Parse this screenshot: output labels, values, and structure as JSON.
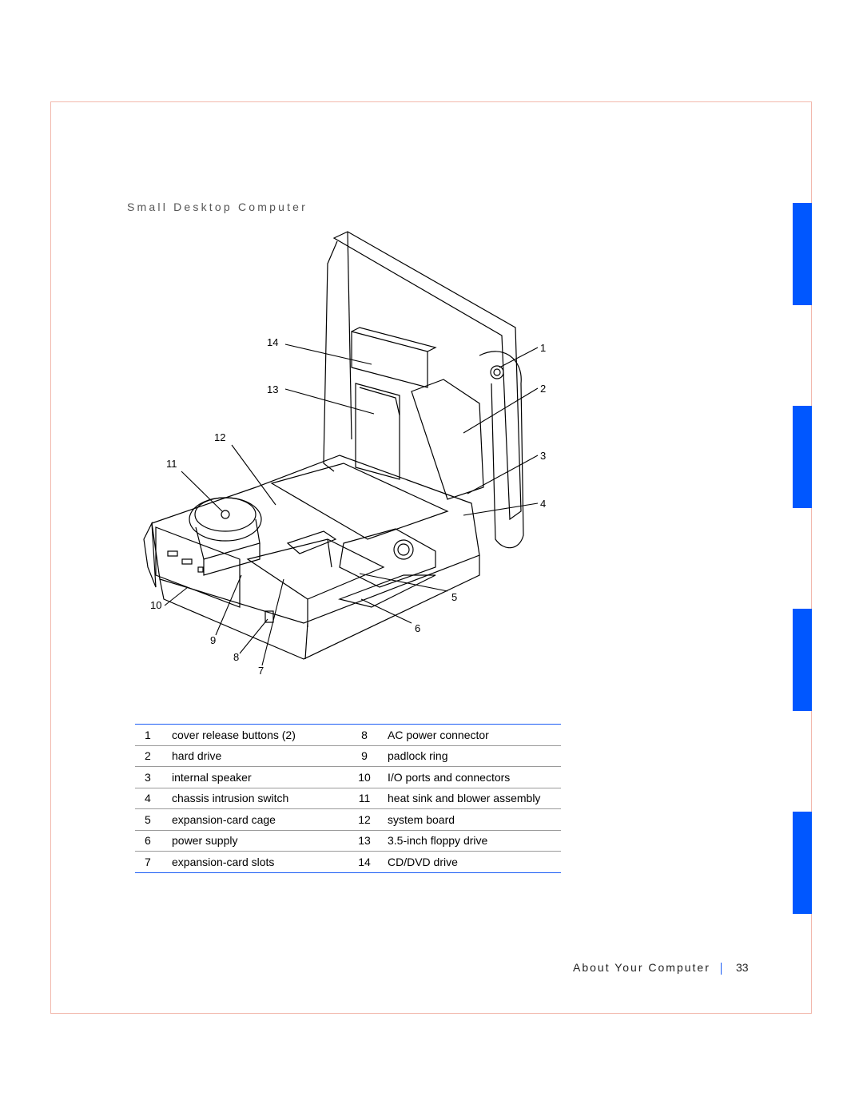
{
  "section_title": "Small Desktop Computer",
  "diagram_callouts": [
    "1",
    "2",
    "3",
    "4",
    "5",
    "6",
    "7",
    "8",
    "9",
    "10",
    "11",
    "12",
    "13",
    "14"
  ],
  "parts_table": [
    {
      "n1": "1",
      "d1": "cover release buttons (2)",
      "n2": "8",
      "d2": "AC power connector"
    },
    {
      "n1": "2",
      "d1": "hard drive",
      "n2": "9",
      "d2": "padlock ring"
    },
    {
      "n1": "3",
      "d1": "internal speaker",
      "n2": "10",
      "d2": "I/O ports and connectors"
    },
    {
      "n1": "4",
      "d1": "chassis intrusion switch",
      "n2": "11",
      "d2": "heat sink and blower assembly"
    },
    {
      "n1": "5",
      "d1": "expansion-card cage",
      "n2": "12",
      "d2": "system board"
    },
    {
      "n1": "6",
      "d1": "power supply",
      "n2": "13",
      "d2": "3.5-inch floppy drive"
    },
    {
      "n1": "7",
      "d1": "expansion-card slots",
      "n2": "14",
      "d2": "CD/DVD drive"
    }
  ],
  "footer": {
    "section": "About Your Computer",
    "page": "33"
  },
  "colors": {
    "accent": "#0057ff",
    "frame": "#f2b8ac"
  }
}
